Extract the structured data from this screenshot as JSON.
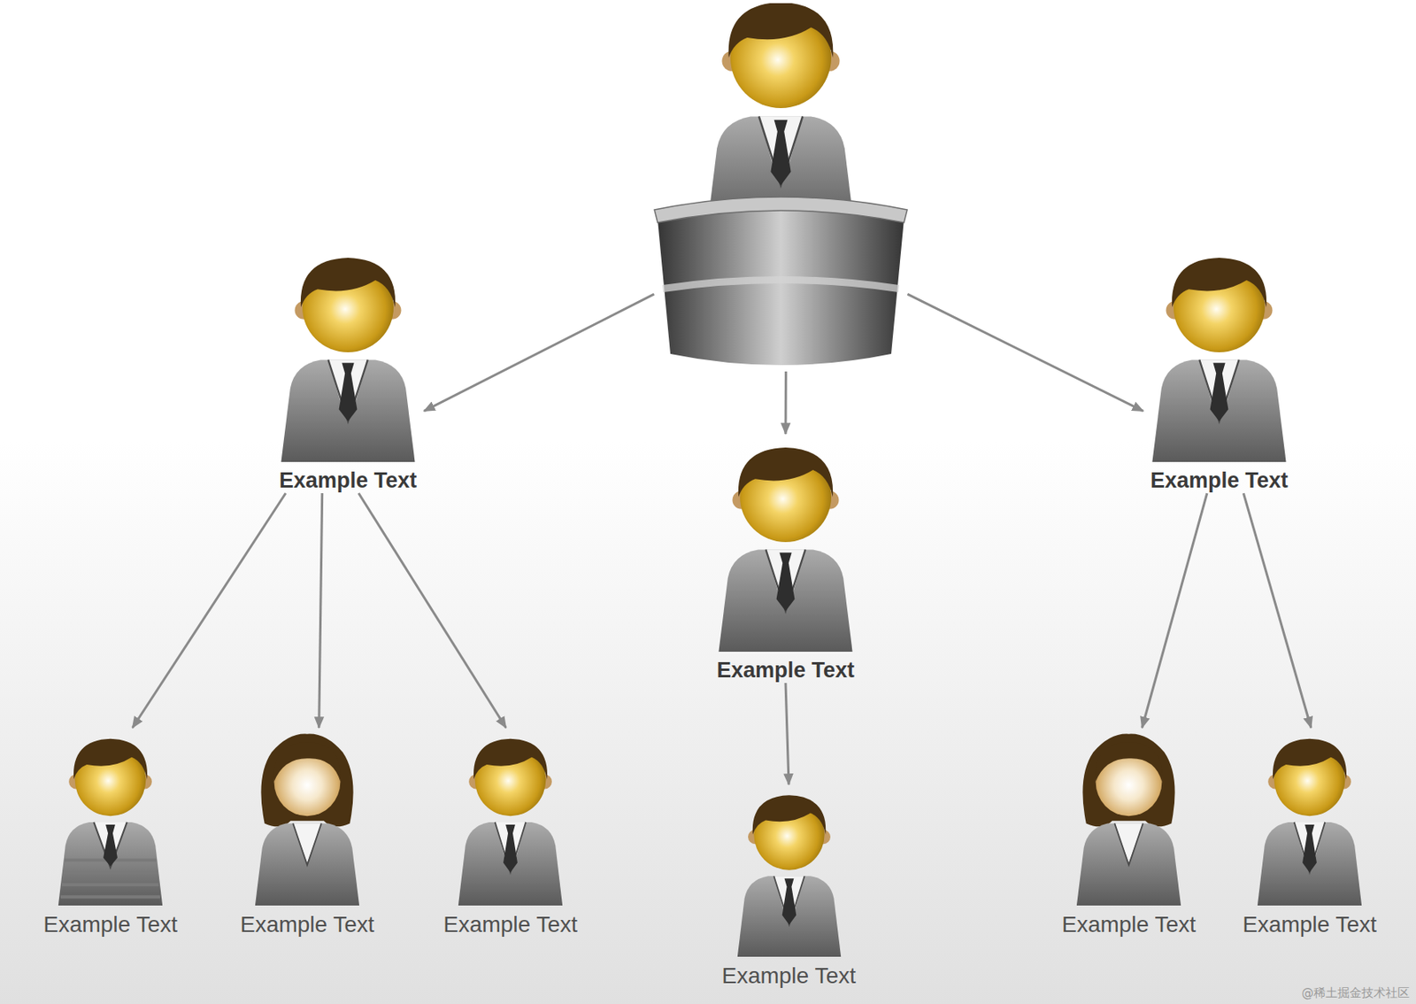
{
  "diagram": {
    "nodes": [
      {
        "text": []
      },
      {
        "text": [
          "Example Text"
        ]
      },
      {
        "text": [
          "Example Text"
        ]
      },
      {
        "text": [
          "Example Text"
        ]
      },
      {
        "text": [
          "Example Text"
        ]
      },
      {
        "text": [
          "Example Text"
        ]
      },
      {
        "text": [
          "Example Text"
        ]
      },
      {
        "text": [
          "Example Text"
        ]
      },
      {
        "text": [
          "Example Text"
        ]
      },
      {
        "text": [
          "Example Text"
        ]
      }
    ],
    "edges": [
      {
        "from": 0,
        "to": 1,
        "arrow": "to"
      },
      {
        "from": 0,
        "to": 2,
        "arrow": "to"
      },
      {
        "from": 0,
        "to": 3,
        "arrow": "to"
      },
      {
        "from": 1,
        "to": 4,
        "arrow": "to"
      },
      {
        "from": 1,
        "to": 5,
        "arrow": "to"
      },
      {
        "from": 1,
        "to": 6,
        "arrow": "to"
      },
      {
        "from": 2,
        "to": 7,
        "arrow": "to"
      },
      {
        "from": 3,
        "to": 8,
        "arrow": "to"
      },
      {
        "from": 3,
        "to": 9,
        "arrow": "to"
      }
    ],
    "labels": [
      "@稀土掘金技术社区"
    ]
  }
}
